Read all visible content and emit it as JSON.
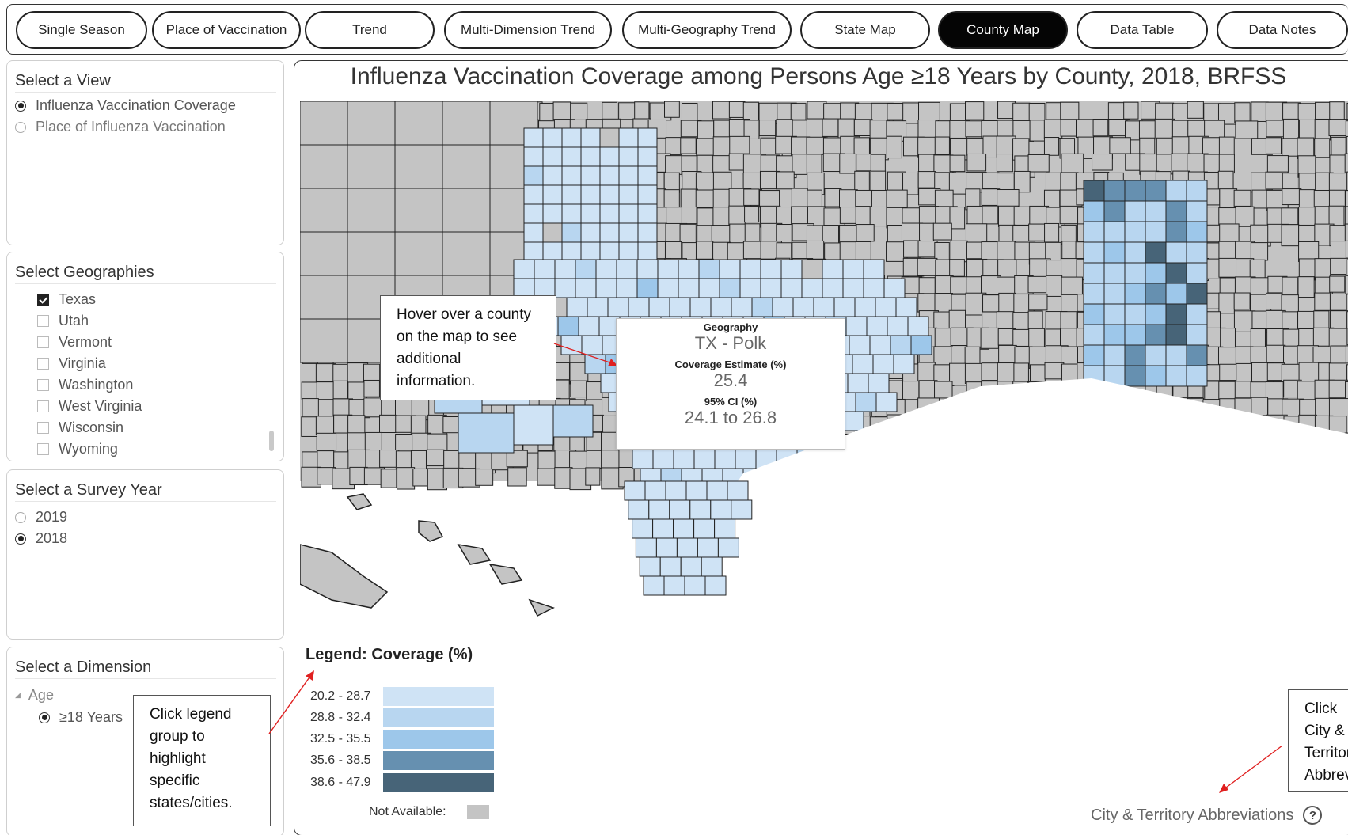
{
  "nav": {
    "tabs": [
      {
        "label": "Single Season",
        "active": false
      },
      {
        "label": "Place of Vaccination",
        "active": false
      },
      {
        "label": "Trend",
        "active": false
      },
      {
        "label": "Multi-Dimension Trend",
        "active": false
      },
      {
        "label": "Multi-Geography Trend",
        "active": false
      },
      {
        "label": "State Map",
        "active": false
      },
      {
        "label": "County Map",
        "active": true
      },
      {
        "label": "Data Table",
        "active": false
      },
      {
        "label": "Data Notes",
        "active": false
      }
    ]
  },
  "view_panel": {
    "title": "Select a View",
    "options": [
      {
        "label": "Influenza Vaccination Coverage",
        "selected": true
      },
      {
        "label": "Place of Influenza Vaccination",
        "selected": false
      }
    ]
  },
  "geo_panel": {
    "title": "Select Geographies",
    "options": [
      {
        "label": "Texas",
        "checked": true
      },
      {
        "label": "Utah",
        "checked": false
      },
      {
        "label": "Vermont",
        "checked": false
      },
      {
        "label": "Virginia",
        "checked": false
      },
      {
        "label": "Washington",
        "checked": false
      },
      {
        "label": "West Virginia",
        "checked": false
      },
      {
        "label": "Wisconsin",
        "checked": false
      },
      {
        "label": "Wyoming",
        "checked": false
      }
    ]
  },
  "year_panel": {
    "title": "Select a Survey Year",
    "options": [
      {
        "label": "2019",
        "selected": false
      },
      {
        "label": "2018",
        "selected": true
      }
    ]
  },
  "dimension_panel": {
    "title": "Select a Dimension",
    "group": "Age",
    "option": {
      "label": "≥18 Years",
      "selected": true
    }
  },
  "map": {
    "title": "Influenza Vaccination Coverage among Persons Age ≥18 Years by County, 2018, BRFSS"
  },
  "tooltip": {
    "geo_label": "Geography",
    "geo_value": "TX - Polk",
    "est_label": "Coverage Estimate (%)",
    "est_value": "25.4",
    "ci_label": "95% CI (%)",
    "ci_value": "24.1 to 26.8"
  },
  "callouts": {
    "hover": "Hover over a county on the map to see additional information.",
    "legend": "Click legend group to highlight specific states/cities.",
    "abbr": "Click City & Territory Abbreviations for additional information."
  },
  "legend": {
    "title": "Legend: Coverage (%)",
    "bins": [
      {
        "label": "20.2 - 28.7",
        "color": "#cfe3f5"
      },
      {
        "label": "28.8 - 32.4",
        "color": "#b8d6f0"
      },
      {
        "label": "32.5 - 35.5",
        "color": "#9dc7ea"
      },
      {
        "label": "35.6 - 38.5",
        "color": "#6690b0"
      },
      {
        "label": "38.6 - 47.9",
        "color": "#476478"
      }
    ],
    "na_label": "Not Available:",
    "na_color": "#c4c4c4"
  },
  "footer": {
    "abbr_link": "City & Territory Abbreviations"
  }
}
